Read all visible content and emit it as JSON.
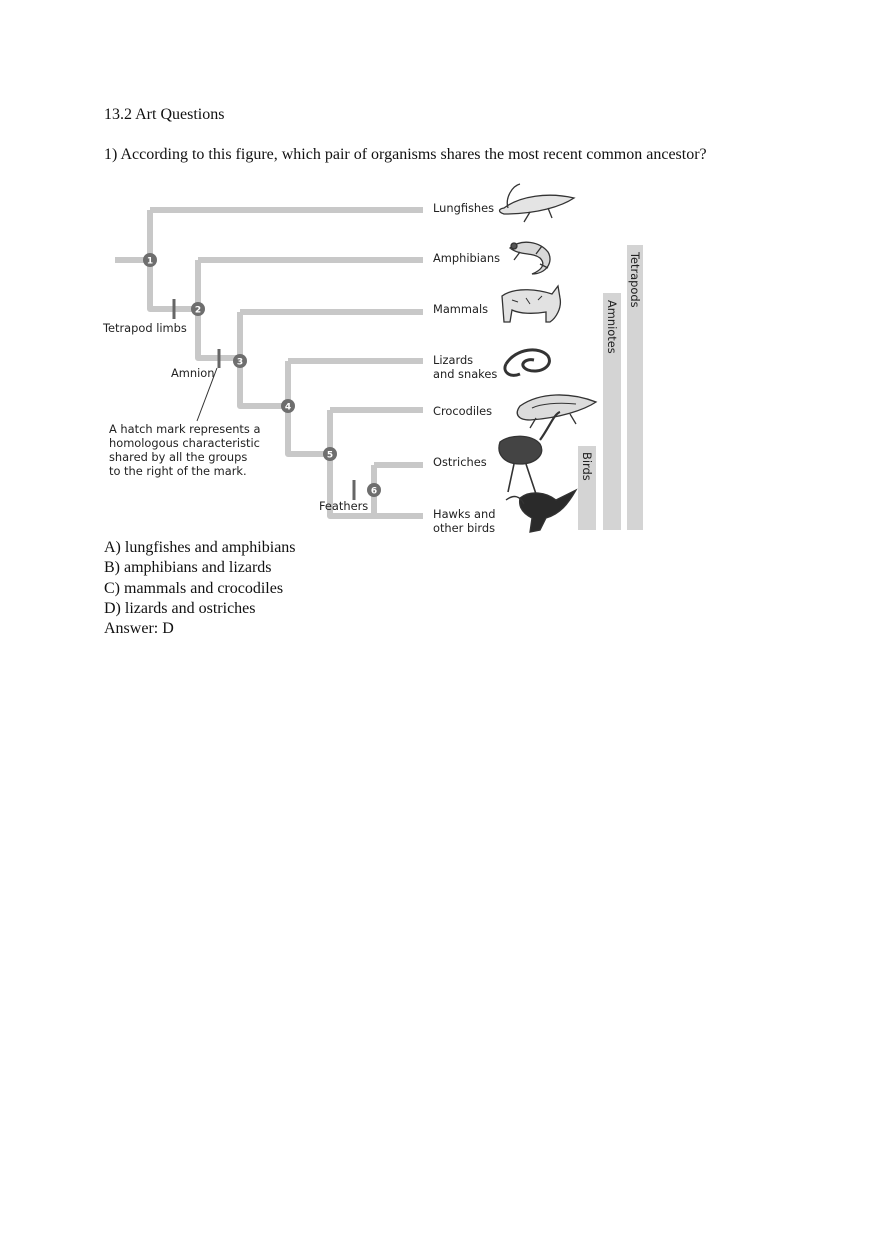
{
  "section": {
    "title": "13.2   Art Questions"
  },
  "question": {
    "text": "1) According to this figure, which pair of organisms shares the most recent common ancestor?"
  },
  "figure": {
    "taxa": [
      "Lungfishes",
      "Amphibians",
      "Mammals",
      "Lizards",
      "and snakes",
      "Crocodiles",
      "Ostriches",
      "Hawks and",
      "other birds"
    ],
    "nodes": [
      "1",
      "2",
      "3",
      "4",
      "5",
      "6"
    ],
    "traits": [
      "Tetrapod limbs",
      "Amnion",
      "Feathers"
    ],
    "note": [
      "A hatch mark represents a",
      "homologous characteristic",
      "shared by all the groups",
      "to the right of the mark."
    ],
    "clades": [
      "Tetrapods",
      "Amniotes",
      "Birds"
    ],
    "colors": {
      "branch": "#c8c8c8",
      "node": "#6e6e6e",
      "hatch": "#666666",
      "clade_bar": "#d4d4d4"
    },
    "animal_icons": [
      "lungfish-icon",
      "salamander-icon",
      "bobcat-icon",
      "snake-icon",
      "crocodile-icon",
      "ostrich-icon",
      "hawk-icon"
    ]
  },
  "choices": [
    "A) lungfishes and amphibians",
    "B) amphibians and lizards",
    "C) mammals and crocodiles",
    "D) lizards and ostriches"
  ],
  "answer": "Answer:  D"
}
